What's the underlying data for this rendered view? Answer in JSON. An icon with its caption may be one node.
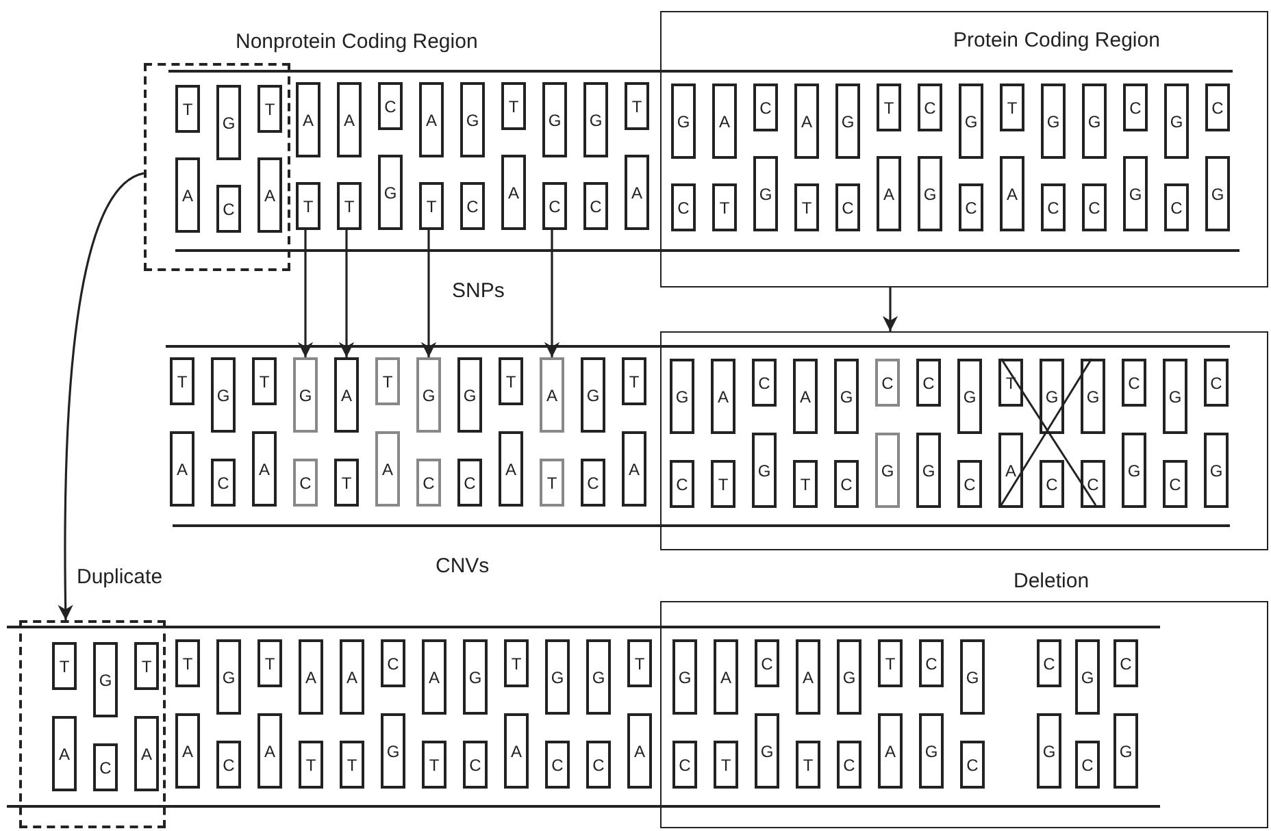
{
  "diagram": {
    "nodes": [
      {
        "text": [],
        "shape": "box"
      },
      {
        "text": [
          "Protein Coding Region"
        ]
      },
      {
        "text": [
          "T"
        ],
        "in": 0
      },
      {
        "text": [
          "G"
        ],
        "in": 0
      },
      {
        "text": [
          "T"
        ],
        "in": 0
      },
      {
        "text": [
          "A"
        ]
      },
      {
        "text": [
          "A"
        ]
      },
      {
        "text": [
          "C"
        ]
      },
      {
        "text": [
          "A"
        ]
      },
      {
        "text": [
          "G"
        ]
      },
      {
        "text": [
          "T"
        ]
      },
      {
        "text": [
          "G"
        ]
      },
      {
        "text": [
          "G"
        ]
      },
      {
        "text": [
          "T"
        ]
      },
      {
        "text": [
          "G"
        ],
        "in": 1
      },
      {
        "text": [
          "A"
        ],
        "in": 1
      },
      {
        "text": [
          "C"
        ],
        "in": 1
      },
      {
        "text": [
          "A"
        ],
        "in": 1
      },
      {
        "text": [
          "G"
        ],
        "in": 1
      },
      {
        "text": [
          "T"
        ],
        "in": 1
      },
      {
        "text": [
          "C"
        ],
        "in": 1
      },
      {
        "text": [
          "G"
        ],
        "in": 1
      },
      {
        "text": [
          "T"
        ],
        "in": 1
      },
      {
        "text": [
          "G"
        ],
        "in": 1
      },
      {
        "text": [
          "G"
        ],
        "in": 1
      },
      {
        "text": [
          "C"
        ],
        "in": 1
      },
      {
        "text": [
          "G"
        ],
        "in": 1
      },
      {
        "text": [
          "C"
        ],
        "in": 1
      },
      {
        "text": [
          "A"
        ],
        "in": 0
      },
      {
        "text": [
          "C"
        ],
        "in": 0
      },
      {
        "text": [
          "A"
        ],
        "in": 0
      },
      {
        "text": [
          "T"
        ]
      },
      {
        "text": [
          "T"
        ]
      },
      {
        "text": [
          "G"
        ]
      },
      {
        "text": [
          "T"
        ]
      },
      {
        "text": [
          "C"
        ]
      },
      {
        "text": [
          "A"
        ]
      },
      {
        "text": [
          "C"
        ]
      },
      {
        "text": [
          "C"
        ]
      },
      {
        "text": [
          "A"
        ]
      },
      {
        "text": [
          "C"
        ],
        "in": 1
      },
      {
        "text": [
          "T"
        ],
        "in": 1
      },
      {
        "text": [
          "G"
        ],
        "in": 1
      },
      {
        "text": [
          "T"
        ],
        "in": 1
      },
      {
        "text": [
          "C"
        ],
        "in": 1
      },
      {
        "text": [
          "A"
        ],
        "in": 1
      },
      {
        "text": [
          "G"
        ],
        "in": 1
      },
      {
        "text": [
          "C"
        ],
        "in": 1
      },
      {
        "text": [
          "A"
        ],
        "in": 1
      },
      {
        "text": [
          "C"
        ],
        "in": 1
      },
      {
        "text": [
          "C"
        ],
        "in": 1
      },
      {
        "text": [
          "G"
        ],
        "in": 1
      },
      {
        "text": [
          "C"
        ],
        "in": 1
      },
      {
        "text": [
          "G"
        ],
        "in": 1
      },
      {
        "text": [],
        "shape": "box"
      },
      {
        "text": [
          "T"
        ]
      },
      {
        "text": [
          "G"
        ]
      },
      {
        "text": [
          "T"
        ]
      },
      {
        "text": [
          "G"
        ]
      },
      {
        "text": [
          "A"
        ]
      },
      {
        "text": [
          "T"
        ]
      },
      {
        "text": [
          "G"
        ]
      },
      {
        "text": [
          "G"
        ]
      },
      {
        "text": [
          "T"
        ]
      },
      {
        "text": [
          "A"
        ]
      },
      {
        "text": [
          "G"
        ]
      },
      {
        "text": [
          "T"
        ]
      },
      {
        "text": [
          "G"
        ],
        "in": 54
      },
      {
        "text": [
          "A"
        ],
        "in": 54
      },
      {
        "text": [
          "C"
        ],
        "in": 54
      },
      {
        "text": [
          "A"
        ],
        "in": 54
      },
      {
        "text": [
          "G"
        ],
        "in": 54
      },
      {
        "text": [
          "C"
        ],
        "in": 54
      },
      {
        "text": [
          "C"
        ],
        "in": 54
      },
      {
        "text": [
          "G"
        ],
        "in": 54
      },
      {
        "text": [
          "T"
        ],
        "in": 54
      },
      {
        "text": [
          "G"
        ],
        "in": 54
      },
      {
        "text": [
          "G"
        ],
        "in": 54
      },
      {
        "text": [
          "C"
        ],
        "in": 54
      },
      {
        "text": [
          "G"
        ],
        "in": 54
      },
      {
        "text": [
          "C"
        ],
        "in": 54
      },
      {
        "text": [
          "A"
        ]
      },
      {
        "text": [
          "C"
        ]
      },
      {
        "text": [
          "A"
        ]
      },
      {
        "text": [
          "C"
        ]
      },
      {
        "text": [
          "T"
        ]
      },
      {
        "text": [
          "A"
        ]
      },
      {
        "text": [
          "C"
        ]
      },
      {
        "text": [
          "C"
        ]
      },
      {
        "text": [
          "A"
        ]
      },
      {
        "text": [
          "T"
        ]
      },
      {
        "text": [
          "C"
        ]
      },
      {
        "text": [
          "A"
        ]
      },
      {
        "text": [
          "C"
        ],
        "in": 54
      },
      {
        "text": [
          "T"
        ],
        "in": 54
      },
      {
        "text": [
          "G"
        ],
        "in": 54
      },
      {
        "text": [
          "T"
        ],
        "in": 54
      },
      {
        "text": [
          "C"
        ],
        "in": 54
      },
      {
        "text": [
          "G"
        ],
        "in": 54
      },
      {
        "text": [
          "G"
        ],
        "in": 54
      },
      {
        "text": [
          "C"
        ],
        "in": 54
      },
      {
        "text": [
          "A"
        ],
        "in": 54
      },
      {
        "text": [
          "C"
        ],
        "in": 54
      },
      {
        "text": [
          "C"
        ],
        "in": 54
      },
      {
        "text": [
          "G"
        ],
        "in": 54
      },
      {
        "text": [
          "C"
        ],
        "in": 54
      },
      {
        "text": [
          "G"
        ],
        "in": 54
      },
      {
        "text": [],
        "shape": "box"
      },
      {
        "text": [
          "Deletion"
        ]
      },
      {
        "text": [
          "T"
        ],
        "in": 107
      },
      {
        "text": [
          "G"
        ],
        "in": 107
      },
      {
        "text": [
          "T"
        ],
        "in": 107
      },
      {
        "text": [
          "T"
        ]
      },
      {
        "text": [
          "G"
        ]
      },
      {
        "text": [
          "T"
        ]
      },
      {
        "text": [
          "A"
        ]
      },
      {
        "text": [
          "A"
        ]
      },
      {
        "text": [
          "C"
        ]
      },
      {
        "text": [
          "A"
        ]
      },
      {
        "text": [
          "G"
        ]
      },
      {
        "text": [
          "T"
        ]
      },
      {
        "text": [
          "G"
        ]
      },
      {
        "text": [
          "G"
        ]
      },
      {
        "text": [
          "T"
        ]
      },
      {
        "text": [
          "G"
        ],
        "in": 108
      },
      {
        "text": [
          "A"
        ],
        "in": 108
      },
      {
        "text": [
          "C"
        ],
        "in": 108
      },
      {
        "text": [
          "A"
        ],
        "in": 108
      },
      {
        "text": [
          "G"
        ],
        "in": 108
      },
      {
        "text": [
          "T"
        ],
        "in": 108
      },
      {
        "text": [
          "C"
        ],
        "in": 108
      },
      {
        "text": [
          "G"
        ],
        "in": 108
      },
      {
        "text": [
          "C"
        ],
        "in": 108
      },
      {
        "text": [
          "G"
        ],
        "in": 108
      },
      {
        "text": [
          "C"
        ],
        "in": 108
      },
      {
        "text": [
          "A"
        ],
        "in": 107
      },
      {
        "text": [
          "C"
        ],
        "in": 107
      },
      {
        "text": [
          "A"
        ],
        "in": 107
      },
      {
        "text": [
          "A"
        ]
      },
      {
        "text": [
          "C"
        ]
      },
      {
        "text": [
          "A"
        ]
      },
      {
        "text": [
          "T"
        ]
      },
      {
        "text": [
          "T"
        ]
      },
      {
        "text": [
          "G"
        ]
      },
      {
        "text": [
          "T"
        ]
      },
      {
        "text": [
          "C"
        ]
      },
      {
        "text": [
          "A"
        ]
      },
      {
        "text": [
          "C"
        ]
      },
      {
        "text": [
          "C"
        ]
      },
      {
        "text": [
          "A"
        ]
      },
      {
        "text": [
          "C"
        ],
        "in": 108
      },
      {
        "text": [
          "T"
        ],
        "in": 108
      },
      {
        "text": [
          "G"
        ],
        "in": 108
      },
      {
        "text": [
          "T"
        ],
        "in": 108
      },
      {
        "text": [
          "C"
        ],
        "in": 108
      },
      {
        "text": [
          "A"
        ],
        "in": 108
      },
      {
        "text": [
          "G"
        ],
        "in": 108
      },
      {
        "text": [
          "C"
        ],
        "in": 108
      },
      {
        "text": [
          "G"
        ],
        "in": 108
      },
      {
        "text": [
          "C"
        ],
        "in": 108
      },
      {
        "text": [
          "G"
        ],
        "in": 108
      }
    ],
    "edges": [
      {
        "from": 0,
        "to": 107,
        "arrow": "to",
        "label": "Duplicate"
      },
      {
        "from": 31,
        "to": 58,
        "arrow": "to"
      },
      {
        "from": 32,
        "to": 59,
        "arrow": "to"
      },
      {
        "from": 34,
        "to": 61,
        "arrow": "to"
      },
      {
        "from": 37,
        "to": 64,
        "arrow": "to"
      },
      {
        "from": 1,
        "to": 54,
        "arrow": "to"
      }
    ],
    "labels": [
      "Nonprotein Coding Region",
      "SNPs",
      "CNVs"
    ]
  }
}
